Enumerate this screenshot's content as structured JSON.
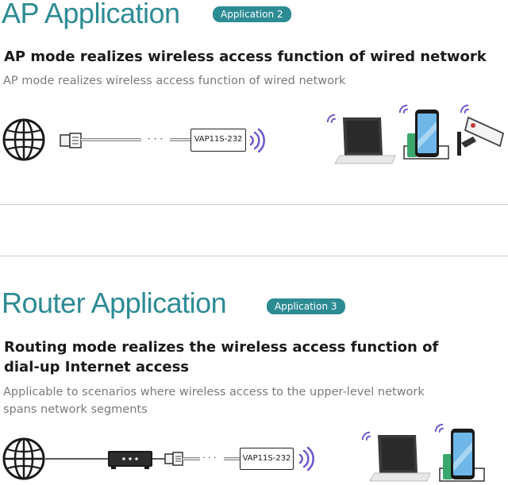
{
  "ap_section": {
    "title": "AP Application",
    "badge": "Application 2",
    "heading": "AP mode realizes wireless access function of wired network",
    "description": "AP mode realizes wireless access function of wired network",
    "device_label": "VAP11S-232",
    "ellipsis": "· · ·"
  },
  "router_section": {
    "title": "Router Application",
    "badge": "Application 3",
    "heading_line1": "Routing mode realizes the wireless access function of",
    "heading_line2": "dial-up Internet access",
    "description_line1": "Applicable to scenarios where wireless access to the upper-level network",
    "description_line2": "spans network segments",
    "device_label": "VAP11S-232",
    "ellipsis": "· · ·"
  },
  "colors": {
    "accent": "#2d8b94",
    "signal": "#6a5acd",
    "phone_green": "#3aa76d",
    "screen_blue": "#6fb7e8"
  },
  "icons": [
    "globe-icon",
    "ethernet-plug-icon",
    "wifi-signal-icon",
    "laptop-icon",
    "phone-icon",
    "camera-icon",
    "router-icon"
  ]
}
